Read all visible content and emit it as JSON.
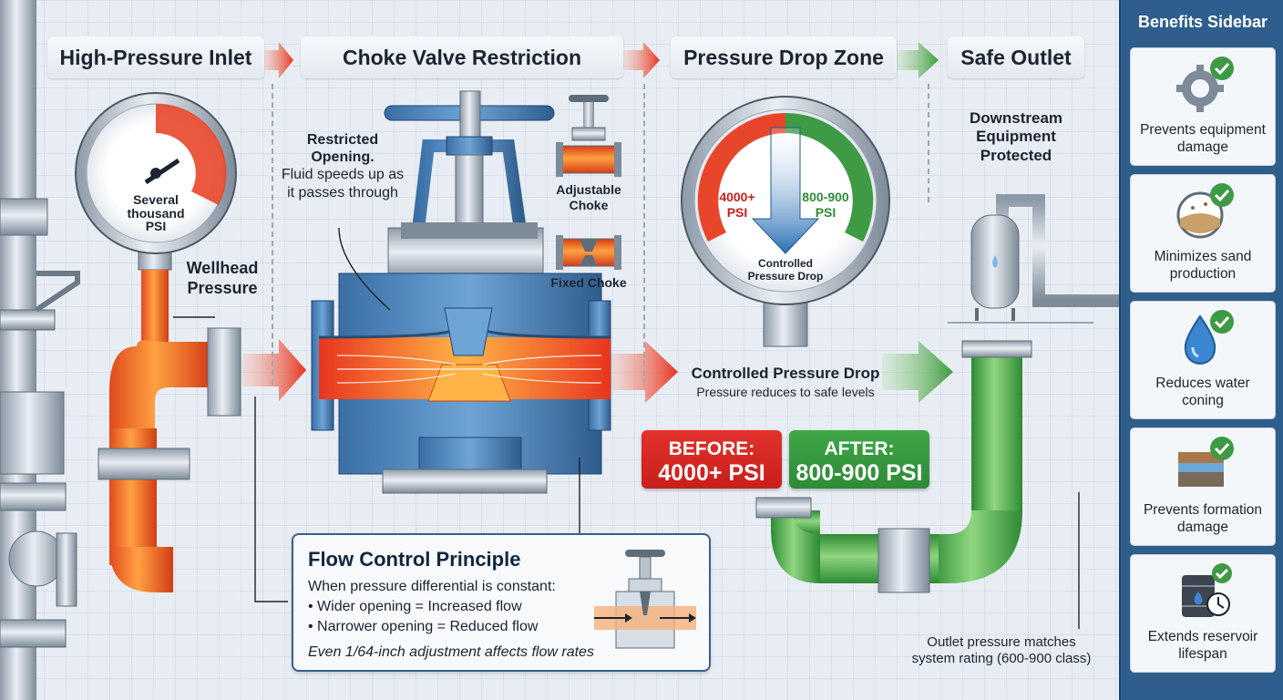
{
  "stages": [
    {
      "label": "High-Pressure Inlet"
    },
    {
      "label": "Choke Valve Restriction"
    },
    {
      "label": "Pressure Drop Zone"
    },
    {
      "label": "Safe Outlet"
    }
  ],
  "inlet": {
    "gauge_text": [
      "Several",
      "thousand",
      "PSI"
    ],
    "wellhead_label": [
      "Wellhead",
      "Pressure"
    ]
  },
  "valve": {
    "restricted_title": [
      "Restricted",
      "Opening."
    ],
    "restricted_desc": [
      "Fluid speeds up as",
      "it passes through"
    ],
    "adjustable_label": [
      "Adjustable",
      "Choke"
    ],
    "fixed_label": "Fixed Choke"
  },
  "drop_zone": {
    "gauge_left": [
      "4000+",
      "PSI"
    ],
    "gauge_right": [
      "800-900",
      "PSI"
    ],
    "gauge_center": [
      "Controlled",
      "Pressure Drop"
    ],
    "title": "Controlled Pressure Drop",
    "subtitle": "Pressure reduces to safe levels",
    "before_label": "BEFORE:",
    "before_value": "4000+ PSI",
    "after_label": "AFTER:",
    "after_value": "800-900 PSI"
  },
  "outlet": {
    "protected_label": [
      "Downstream",
      "Equipment",
      "Protected"
    ],
    "note": [
      "Outlet pressure matches",
      "system rating (600-900 class)"
    ]
  },
  "principle": {
    "title": "Flow Control Principle",
    "intro": "When pressure differential is constant:",
    "bullet1": "• Wider opening = Increased flow",
    "bullet2": "• Narrower opening = Reduced flow",
    "footnote": "Even 1/64-inch adjustment affects flow rates"
  },
  "sidebar": {
    "title": "Benefits Sidebar",
    "items": [
      {
        "label": "Prevents equipment damage",
        "icon": "gear-check-icon"
      },
      {
        "label": "Minimizes sand production",
        "icon": "sand-check-icon"
      },
      {
        "label": "Reduces water coning",
        "icon": "water-drop-check-icon"
      },
      {
        "label": "Prevents formation damage",
        "icon": "rock-layers-check-icon"
      },
      {
        "label": "Extends reservoir lifespan",
        "icon": "oil-barrel-clock-icon"
      }
    ]
  },
  "colors": {
    "hot": "#e8462a",
    "safe": "#3f9a45",
    "accent": "#2f5d8c"
  }
}
